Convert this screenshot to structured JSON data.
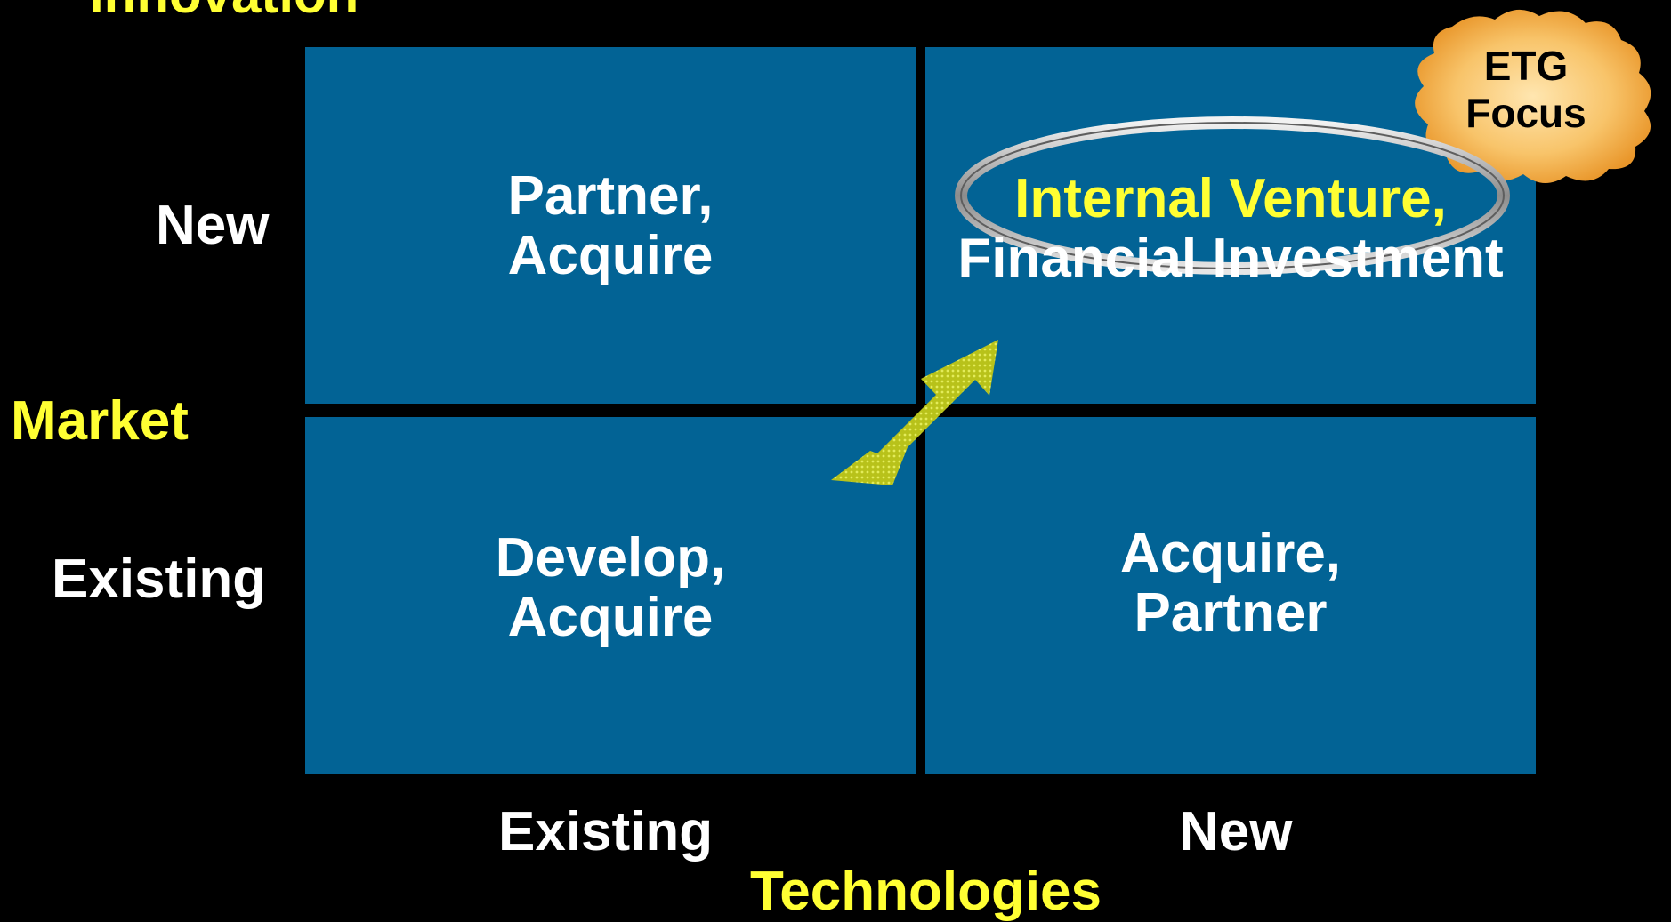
{
  "page_title": "Innovation",
  "quadrants": {
    "top_left": {
      "line1": "Partner,",
      "line2": "Acquire"
    },
    "top_right": {
      "line1": "Internal Venture,",
      "line2": "Financial Investment"
    },
    "bottom_left": {
      "line1": "Develop,",
      "line2": "Acquire"
    },
    "bottom_right": {
      "line1": "Acquire,",
      "line2": "Partner"
    }
  },
  "y_axis": {
    "title": "Market",
    "top_label": "New",
    "bottom_label": "Existing"
  },
  "x_axis": {
    "title": "Technologies",
    "left_label": "Existing",
    "right_label": "New"
  },
  "callout": {
    "line1": "ETG",
    "line2": "Focus"
  },
  "colors": {
    "background": "#000000",
    "quadrant": "#026395",
    "accent_yellow": "#FFFF33",
    "burst": "#F5B14A",
    "arrow": "#C8D21E"
  }
}
